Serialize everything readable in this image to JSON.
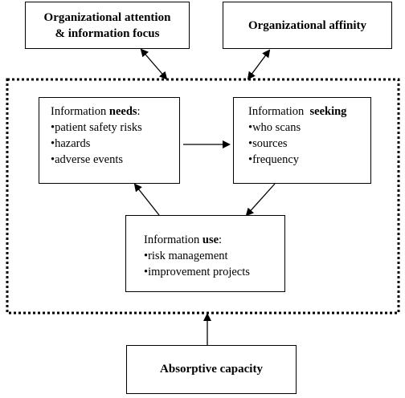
{
  "top_boxes": {
    "attention": {
      "line1": "Organizational attention",
      "line2": "& information focus"
    },
    "affinity": {
      "label": "Organizational affinity"
    }
  },
  "needs": {
    "title_prefix": "Information ",
    "title_bold": "needs",
    "title_suffix": ":",
    "items": [
      "patient safety risks",
      "hazards",
      "adverse events"
    ]
  },
  "seeking": {
    "title_prefix": "Information  ",
    "title_bold": "seeking",
    "title_suffix": "",
    "items": [
      "who scans",
      "sources",
      "frequency"
    ]
  },
  "use": {
    "title_prefix": "Information ",
    "title_bold": "use",
    "title_suffix": ":",
    "items": [
      "risk management",
      "improvement projects"
    ]
  },
  "bottom_box": {
    "label": "Absorptive capacity"
  }
}
